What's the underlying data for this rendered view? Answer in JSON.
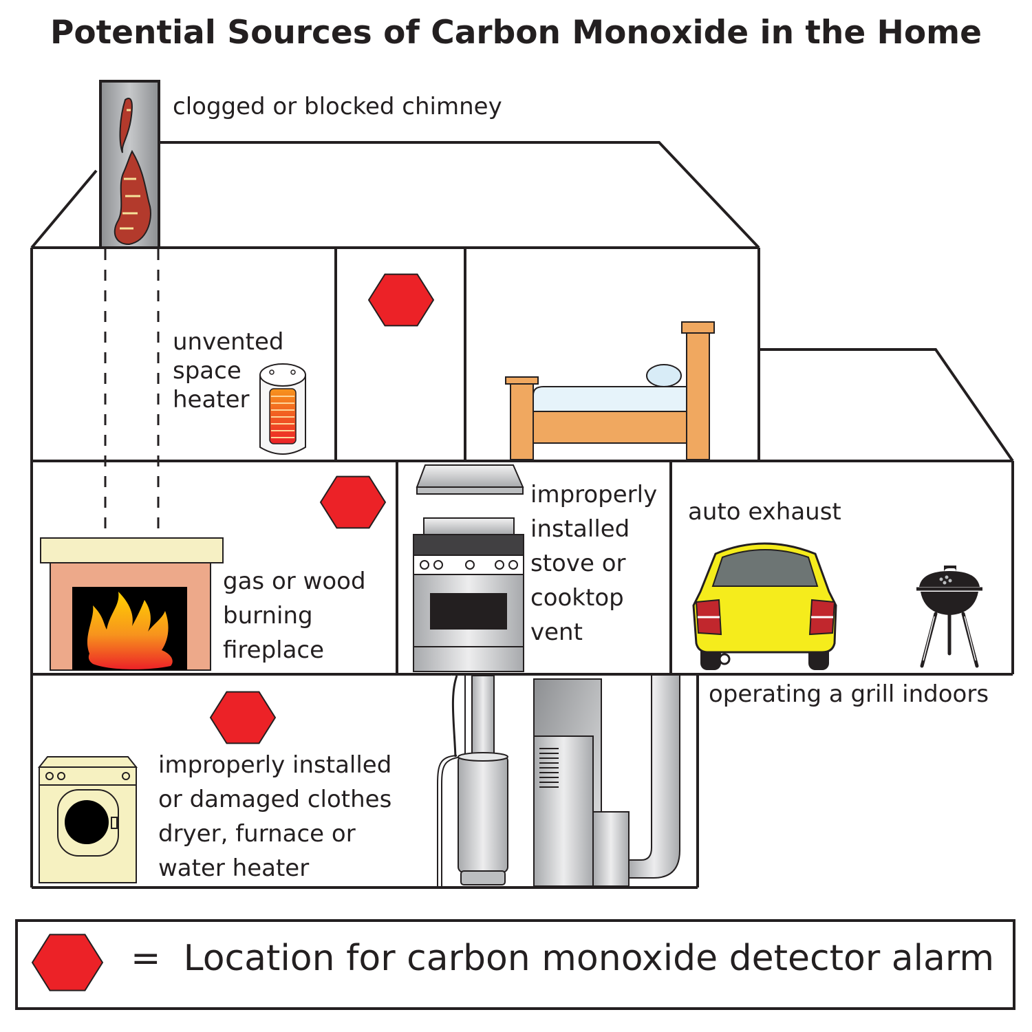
{
  "title": "Potential Sources of Carbon Monoxide in the Home",
  "labels": {
    "chimney": "clogged or blocked chimney",
    "space_heater": "unvented\nspace\nheater",
    "fireplace": "gas or wood\nburning\nfireplace",
    "stove": "improperly\ninstalled\nstove or\ncooktop\nvent",
    "auto": "auto exhaust",
    "grill": "operating a grill indoors",
    "basement": "improperly installed\nor damaged clothes\ndryer, furnace or\nwater heater"
  },
  "legend": {
    "equals": "=",
    "text": "Location for carbon monoxide detector alarm"
  },
  "colors": {
    "alarm": "#ec2227",
    "line": "#231f20",
    "car": "#f5ec1c",
    "bed": "#f0a860",
    "fireplace": "#eda98a",
    "mantel": "#f6f0c4",
    "dryer": "#f6f1c1",
    "chimney": "#a7a9ac"
  }
}
